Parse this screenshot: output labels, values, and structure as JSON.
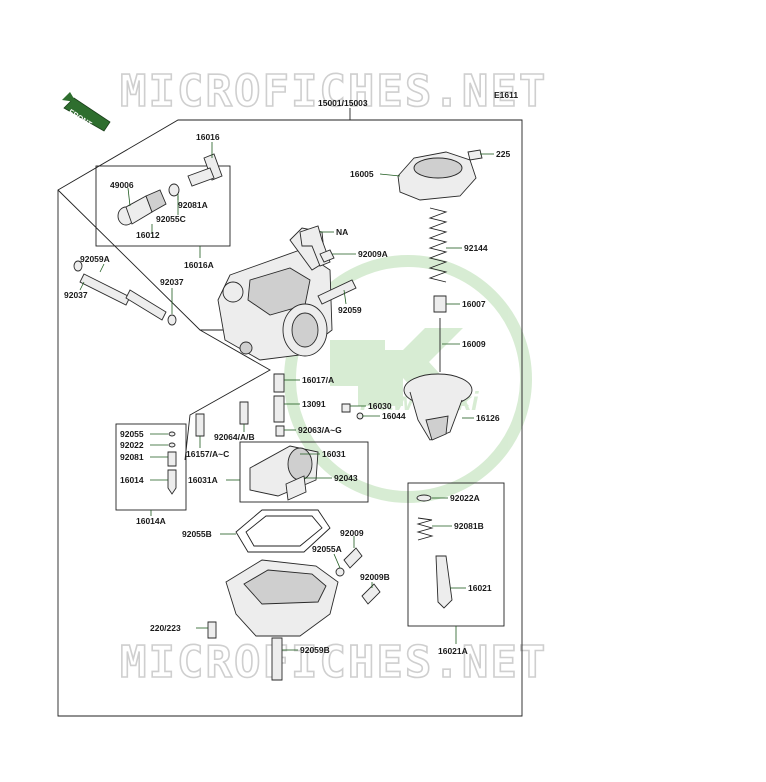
{
  "watermark_top": "MICROFICHES.NET",
  "watermark_bottom": "MICROFICHES.NET",
  "diagram_code": "E1611",
  "front_label": "FRONT",
  "brand_watermark": "Kawasaki",
  "colors": {
    "leader": "#1e5a1e",
    "frame": "#222222",
    "watermark": "#cfcfcf",
    "logo": "#b8ddb0"
  },
  "labels": {
    "assembly": "15001/15003",
    "p16016": "16016",
    "p49006": "49006",
    "p92081A_top": "92081A",
    "p92055C": "92055C",
    "p16012": "16012",
    "p16016A": "16016A",
    "p92059A": "92059A",
    "p92037_left": "92037",
    "p92037_mid": "92037",
    "NA": "NA",
    "p92009A": "92009A",
    "p92059": "92059",
    "p16005": "16005",
    "p225": "225",
    "p92144": "92144",
    "p16007": "16007",
    "p16009": "16009",
    "p16017A": "16017/A",
    "p13091": "13091",
    "p16030": "16030",
    "p16044": "16044",
    "p16126": "16126",
    "p92063": "92063/A~G",
    "p92064": "92064/A/B",
    "p16157": "16157/A~C",
    "p92055": "92055",
    "p92022": "92022",
    "p92081": "92081",
    "p16014": "16014",
    "p16014A": "16014A",
    "p16031": "16031",
    "p16031A": "16031A",
    "p92043": "92043",
    "p92022A": "92022A",
    "p92081B": "92081B",
    "p16021": "16021",
    "p16021A": "16021A",
    "p92055B": "92055B",
    "p92009": "92009",
    "p92055A": "92055A",
    "p92009B": "92009B",
    "p220": "220/223",
    "p92059B": "92059B"
  }
}
